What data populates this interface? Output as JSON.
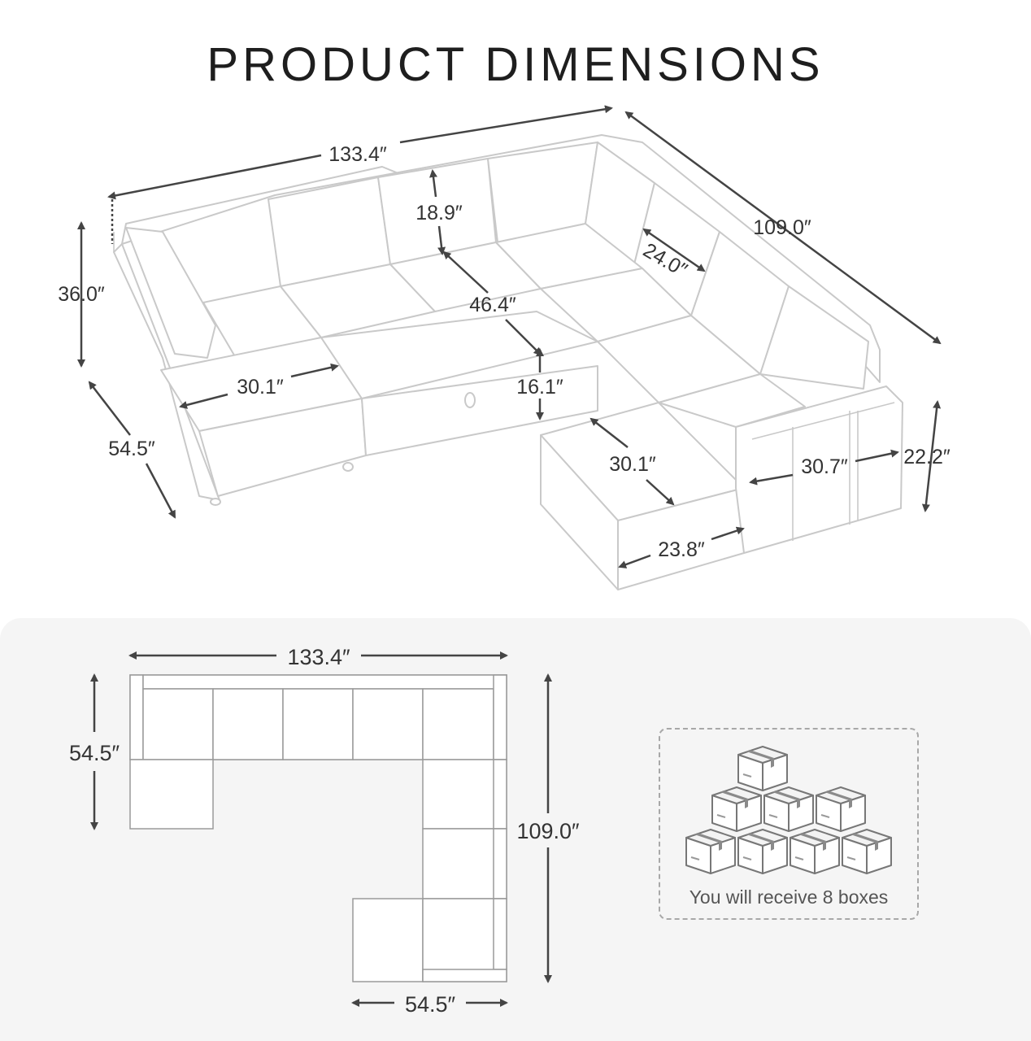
{
  "title": "PRODUCT DIMENSIONS",
  "dims3d": {
    "length": "133.4″",
    "depth": "109.0″",
    "height": "36.0″",
    "side_depth": "54.5″",
    "back_height": "18.9″",
    "seat_width_center": "46.4″",
    "seat_depth_corner": "24.0″",
    "seat_width_left": "30.1″",
    "seat_height": "16.1″",
    "ottoman_depth": "30.1″",
    "ottoman_width": "23.8″",
    "arm_depth": "30.7″",
    "arm_height": "22.2″"
  },
  "plan": {
    "top_width": "133.4″",
    "left_depth": "54.5″",
    "right_depth": "109.0″",
    "bottom_width": "54.5″"
  },
  "boxes": {
    "caption": "You will receive 8 boxes",
    "count": 8
  },
  "colors": {
    "text": "#333333",
    "outline": "#c9c9c9",
    "panel_bg": "#f5f5f5"
  }
}
